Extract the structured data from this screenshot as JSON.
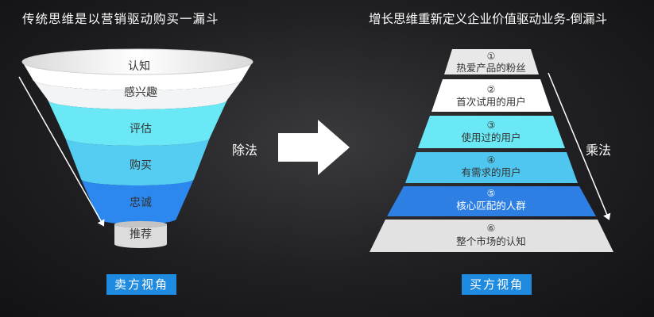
{
  "left_title": "传统思维是以营销驱动购买一漏斗",
  "right_title": "增长思维重新定义企业价值驱动业务-倒漏斗",
  "funnel": {
    "stages": [
      "认知",
      "感兴趣",
      "评估",
      "购买",
      "忠诚",
      "推荐"
    ],
    "colors": [
      "#ffffff",
      "#f3f4f5",
      "#6ae8f6",
      "#55cdf2",
      "#2c88ee",
      "#dcdcdc"
    ]
  },
  "divide_label": "除法",
  "pyramid": {
    "levels": [
      {
        "num": "①",
        "label": "热爱产品的粉丝",
        "color": "#e8e8e8"
      },
      {
        "num": "②",
        "label": "首次试用的用户",
        "color": "#ffffff"
      },
      {
        "num": "③",
        "label": "使用过的用户",
        "color": "#6ae8f6"
      },
      {
        "num": "④",
        "label": "有需求的用户",
        "color": "#4fc6ef"
      },
      {
        "num": "⑤",
        "label": "核心匹配的人群",
        "color": "#2d7fe4"
      },
      {
        "num": "⑥",
        "label": "整个市场的认知",
        "color": "#e2e2e2"
      }
    ]
  },
  "multiply_label": "乘法",
  "seller_view": "卖方视角",
  "buyer_view": "买方视角"
}
